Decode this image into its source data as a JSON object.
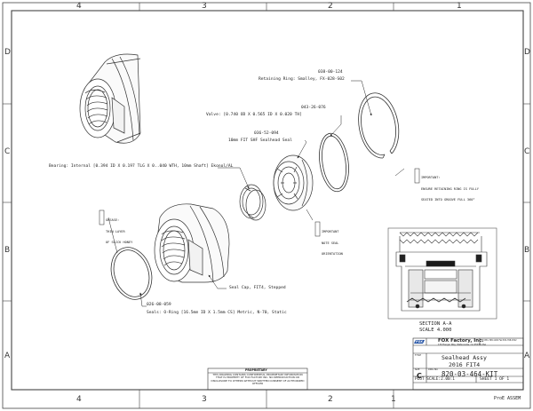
{
  "frame": {
    "zones_h": [
      "4",
      "3",
      "2",
      "1"
    ],
    "zones_v": [
      "D",
      "C",
      "B",
      "A"
    ]
  },
  "parts": {
    "retaining_ring": {
      "pn": "038-00-124",
      "desc": "Retaining Ring: Smalley, FX-028-S02"
    },
    "valve": {
      "pn": "043-26-076",
      "desc": "Valve: [0.740 OD X 0.565 ID X 0.020 TH]"
    },
    "seal": {
      "pn": "036-52-094",
      "desc": "10mm FIT SHF Sealhead Seal"
    },
    "bearing": {
      "desc": "Bearing: Internal [0.394 ID X 0.197 TLG X 0..040 WTH, 10mm Shaft] Ekonol/AL"
    },
    "seal_cap": {
      "desc": "Seal Cap, FIT4, Stepped"
    },
    "oring": {
      "pn": "026-08-059",
      "desc": "Seals: O-Ring [16.5mm ID X 1.5mm CS] Metric, N-70, Static"
    }
  },
  "notes": {
    "retaining": [
      "IMPORTANT:",
      "ENSURE RETAINING RING IS FULLY",
      "SEATED INTO GROOVE FULL 360°"
    ],
    "seal_orientation": [
      "IMPORTANT",
      "NOTE SEAL",
      "ORIENTATION"
    ],
    "grease": [
      "GREASE:",
      "THIN LAYER",
      "OF SLICK HONEY"
    ]
  },
  "section": {
    "title": "SECTION  A-A",
    "scale": "SCALE  4.000"
  },
  "title_block": {
    "company": "FOX Factory, Inc.",
    "logo": "FOX",
    "address": "130 Hangar Way, Watsonville, CA 95076 USA",
    "phone": "Ph:831-768-1100  Fax:831-768-9312",
    "title_label": "TITLE",
    "title_line1": "Sealhead Assy",
    "title_line2": "2016 FIT4",
    "size_label": "SIZE",
    "size": "C",
    "dwg_label": "DWG NO.",
    "dwg_no": "820-03-464-KIT",
    "plot_scale": "PLOT SCALE:2.00:1",
    "sheet": "SHEET 1 OF 1",
    "proe": "ProE ASSEM",
    "proprietary_title": "PROPRIETARY",
    "proprietary_text": "THIS DRAWING CONTAINS CONFIDENTIAL PROPRIETARY INFORMATION THAT IS PROPERTY OF FOX FACTORY INC. NO REPRODUCTION OR DISCLOSURE TO OTHERS WITHOUT WRITTEN CONSENT OF AUTHORIZED OFFICER"
  }
}
